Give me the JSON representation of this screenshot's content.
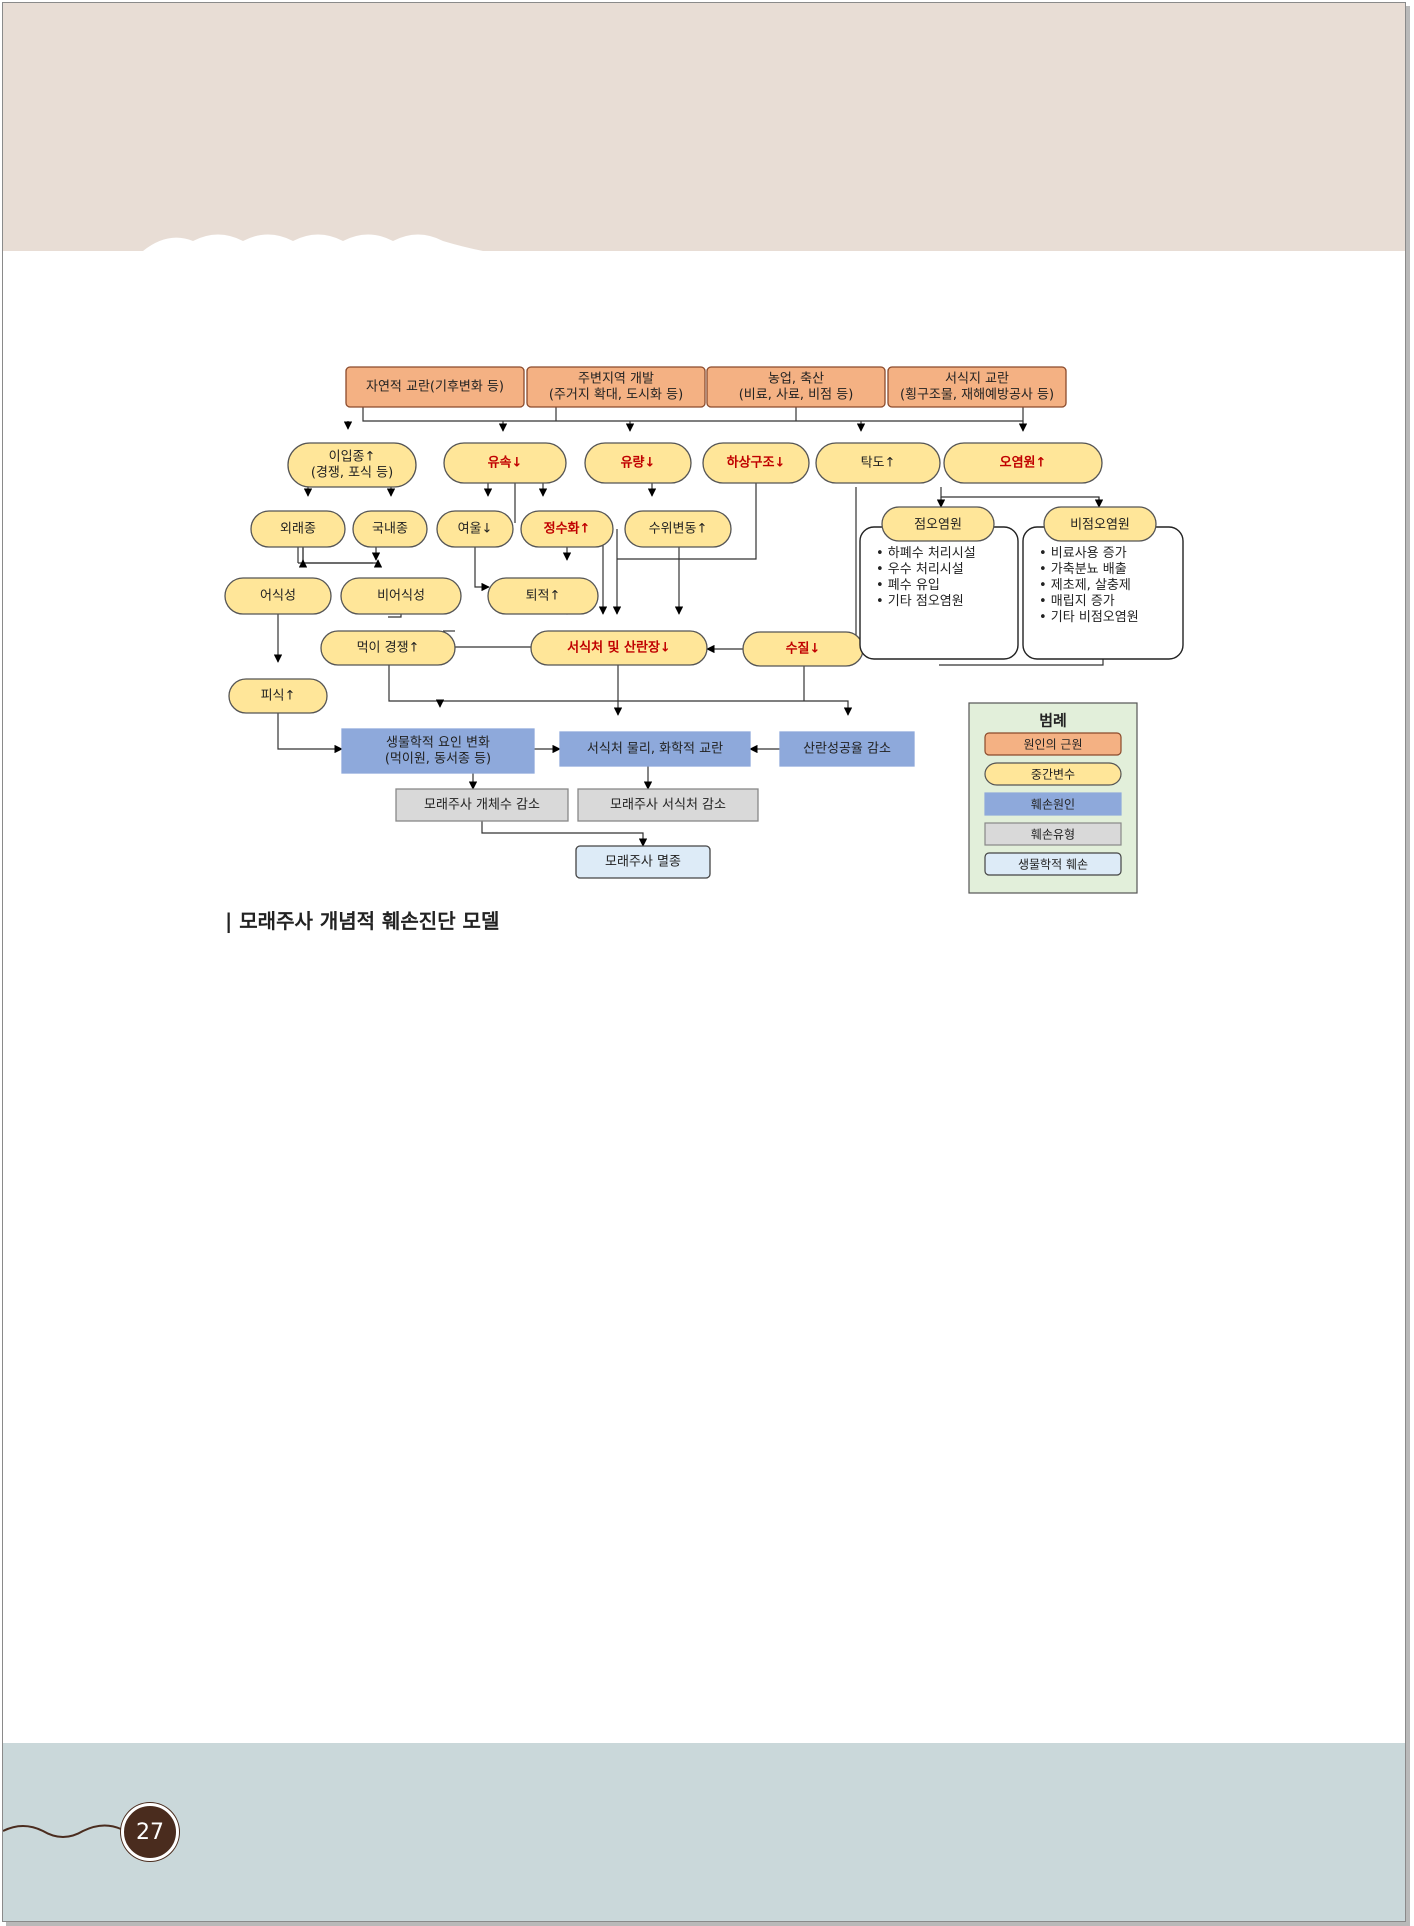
{
  "colors": {
    "cause_fill": "#f4b183",
    "cause_border": "#8b4a2b",
    "mid_fill": "#ffe699",
    "mid_border": "#7f6000",
    "damage_cause_fill": "#8ea9db",
    "damage_type_fill": "#d9d9d9",
    "bio_damage_fill": "#ddebf7",
    "legend_fill": "#e2efda",
    "red_text": "#c00000"
  },
  "diagram": {
    "causes": [
      {
        "id": "c1",
        "lines": [
          "자연적 교란(기후변화 등)"
        ]
      },
      {
        "id": "c2",
        "lines": [
          "주변지역 개발",
          "(주거지 확대, 도시화 등)"
        ]
      },
      {
        "id": "c3",
        "lines": [
          "농업, 축산",
          "(비료, 사료, 비점 등)"
        ]
      },
      {
        "id": "c4",
        "lines": [
          "서식지 교란",
          "(횡구조물, 재해예방공사 등)"
        ]
      }
    ],
    "mids": [
      {
        "id": "m_invasive",
        "lines": [
          "이입종↑",
          "(경쟁, 포식 등)"
        ],
        "red": false
      },
      {
        "id": "m_flowspeed",
        "lines": [
          "유속↓"
        ],
        "red": true
      },
      {
        "id": "m_flowrate",
        "lines": [
          "유량↓"
        ],
        "red": true
      },
      {
        "id": "m_riverbed",
        "lines": [
          "하상구조↓"
        ],
        "red": true
      },
      {
        "id": "m_turbidity",
        "lines": [
          "탁도↑"
        ],
        "red": false
      },
      {
        "id": "m_pollution",
        "lines": [
          "오염원↑"
        ],
        "red": true
      },
      {
        "id": "m_alien",
        "lines": [
          "외래종"
        ],
        "red": false
      },
      {
        "id": "m_native",
        "lines": [
          "국내종"
        ],
        "red": false
      },
      {
        "id": "m_pool",
        "lines": [
          "여울↓"
        ],
        "red": false
      },
      {
        "id": "m_stagnant",
        "lines": [
          "정수화↑"
        ],
        "red": true
      },
      {
        "id": "m_waterlevel",
        "lines": [
          "수위변동↑"
        ],
        "red": false
      },
      {
        "id": "m_fishfeed",
        "lines": [
          "어식성"
        ],
        "red": false
      },
      {
        "id": "m_nonfish",
        "lines": [
          "비어식성"
        ],
        "red": false
      },
      {
        "id": "m_sediment",
        "lines": [
          "퇴적↑"
        ],
        "red": false
      },
      {
        "id": "m_foodcomp",
        "lines": [
          "먹이 경쟁↑"
        ],
        "red": false
      },
      {
        "id": "m_habitat",
        "lines": [
          "서식처 및 산란장↓"
        ],
        "red": true
      },
      {
        "id": "m_quality",
        "lines": [
          "수질↓"
        ],
        "red": true
      },
      {
        "id": "m_predation",
        "lines": [
          "피식↑"
        ],
        "red": false
      }
    ],
    "point_source": {
      "title": "점오염원",
      "items": [
        "하폐수 처리시설",
        "우수 처리시설",
        "폐수 유입",
        "기타 점오염원"
      ]
    },
    "nonpoint_source": {
      "title": "비점오염원",
      "items": [
        "비료사용 증가",
        "가축분뇨 배출",
        "제초제, 살충제",
        "매립지 증가",
        "기타 비점오염원"
      ]
    },
    "damage_causes": [
      {
        "id": "d_bio",
        "lines": [
          "생물학적 요인 변화",
          "(먹이원, 동서종 등)"
        ]
      },
      {
        "id": "d_physchem",
        "lines": [
          "서식처 물리, 화학적 교란"
        ]
      },
      {
        "id": "d_oxygen",
        "lines": [
          "산란성공율 감소"
        ]
      }
    ],
    "damage_types": [
      {
        "id": "t_count",
        "lines": [
          "모래주사 개체수 감소"
        ]
      },
      {
        "id": "t_habitat",
        "lines": [
          "모래주사 서식처 감소"
        ]
      }
    ],
    "bio_damage": {
      "id": "b_extinct",
      "lines": [
        "모래주사 멸종"
      ]
    },
    "legend": {
      "title": "범례",
      "items": [
        "원인의 근원",
        "중간변수",
        "훼손원인",
        "훼손유형",
        "생물학적 훼손"
      ]
    }
  },
  "caption": "| 모래주사 개념적 훼손진단 모델",
  "page_number": "27"
}
